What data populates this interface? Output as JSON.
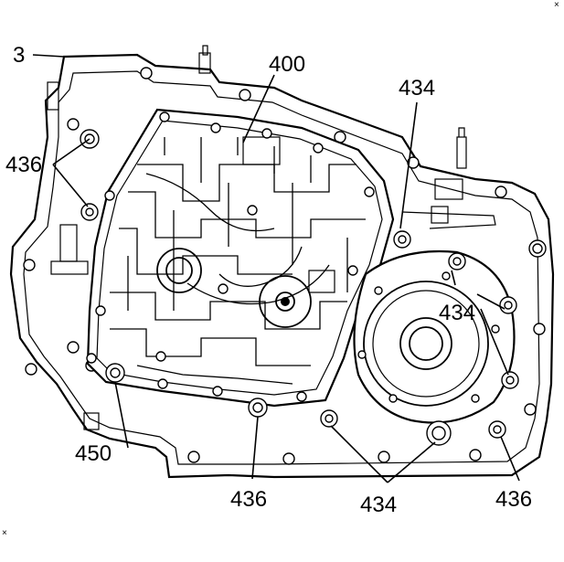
{
  "callouts": {
    "housing": "3",
    "valve_body": "400",
    "bolt_434_top": "434",
    "bolt_434_right": "434",
    "bolt_434_bottom": "434",
    "bolt_436_left": "436",
    "bolt_436_bottom": "436",
    "bolt_436_right": "436",
    "bolt_450": "450"
  },
  "corner_marks": {
    "top_right": "×",
    "bottom_left": "×"
  }
}
